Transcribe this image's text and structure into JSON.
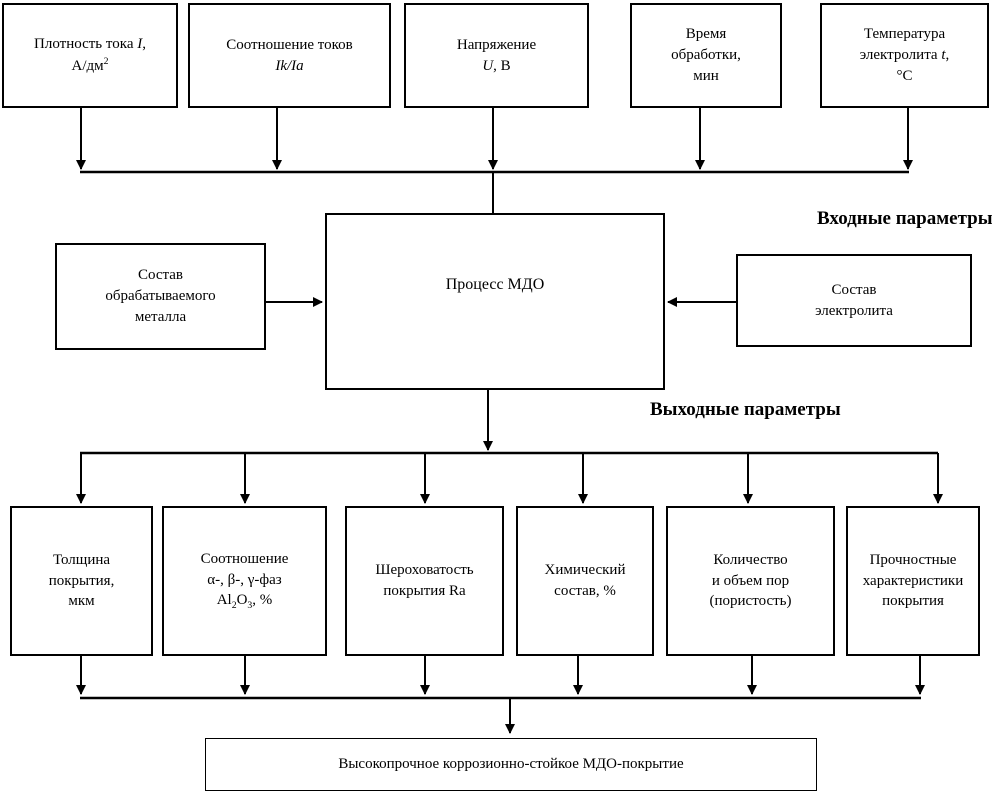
{
  "colors": {
    "background": "#ffffff",
    "line": "#000000",
    "text": "#000000"
  },
  "section_labels": {
    "input": "Входные параметры",
    "output": "Выходные параметры"
  },
  "top_boxes": [
    {
      "name": "current-density",
      "lines": [
        [
          {
            "t": "Плотность тока "
          },
          {
            "t": "I",
            "s": "i"
          },
          {
            "t": ","
          }
        ],
        [
          {
            "t": "А/дм"
          },
          {
            "t": "2",
            "s": "sup"
          }
        ]
      ]
    },
    {
      "name": "current-ratio",
      "lines": [
        [
          {
            "t": "Соотношение токов"
          }
        ],
        [
          {
            "t": "Ik/Ia",
            "s": "i"
          }
        ]
      ]
    },
    {
      "name": "voltage",
      "lines": [
        [
          {
            "t": "Напряжение"
          }
        ],
        [
          {
            "t": "U",
            "s": "i"
          },
          {
            "t": ", В"
          }
        ]
      ]
    },
    {
      "name": "processing-time",
      "lines": [
        [
          {
            "t": "Время"
          }
        ],
        [
          {
            "t": "обработки,"
          }
        ],
        [
          {
            "t": "мин"
          }
        ]
      ]
    },
    {
      "name": "electrolyte-temperature",
      "lines": [
        [
          {
            "t": "Температура"
          }
        ],
        [
          {
            "t": "электролита "
          },
          {
            "t": "t",
            "s": "i"
          },
          {
            "t": ","
          }
        ],
        [
          {
            "t": "°С"
          }
        ]
      ]
    }
  ],
  "middle_boxes": {
    "metal": {
      "name": "metal-composition",
      "lines": [
        [
          {
            "t": "Состав"
          }
        ],
        [
          {
            "t": "обрабатываемого"
          }
        ],
        [
          {
            "t": "металла"
          }
        ]
      ]
    },
    "process": {
      "name": "mdo-process",
      "lines": [
        [
          {
            "t": "Процесс МДО"
          }
        ]
      ]
    },
    "electrolyte": {
      "name": "electrolyte-composition",
      "lines": [
        [
          {
            "t": "Состав"
          }
        ],
        [
          {
            "t": "электролита"
          }
        ]
      ]
    }
  },
  "output_boxes": [
    {
      "name": "coating-thickness",
      "lines": [
        [
          {
            "t": "Толщина"
          }
        ],
        [
          {
            "t": "покрытия,"
          }
        ],
        [
          {
            "t": "мкм"
          }
        ]
      ]
    },
    {
      "name": "phase-ratio",
      "lines": [
        [
          {
            "t": "Соотношение"
          }
        ],
        [
          {
            "t": "α-, β-, γ-фаз"
          }
        ],
        [
          {
            "t": "Al"
          },
          {
            "t": "2",
            "s": "sub"
          },
          {
            "t": "O"
          },
          {
            "t": "3",
            "s": "sub"
          },
          {
            "t": ", %"
          }
        ]
      ]
    },
    {
      "name": "coating-roughness",
      "lines": [
        [
          {
            "t": "Шероховатость"
          }
        ],
        [
          {
            "t": "покрытия Ra"
          }
        ]
      ]
    },
    {
      "name": "chemical-composition",
      "lines": [
        [
          {
            "t": "Химический"
          }
        ],
        [
          {
            "t": "состав, %"
          }
        ]
      ]
    },
    {
      "name": "porosity",
      "lines": [
        [
          {
            "t": "Количество"
          }
        ],
        [
          {
            "t": "и объем пор"
          }
        ],
        [
          {
            "t": "(пористость)"
          }
        ]
      ]
    },
    {
      "name": "strength-characteristics",
      "lines": [
        [
          {
            "t": "Прочностные"
          }
        ],
        [
          {
            "t": "характеристики"
          }
        ],
        [
          {
            "t": "покрытия"
          }
        ]
      ]
    }
  ],
  "final_box": {
    "name": "mdo-coating-result",
    "lines": [
      [
        {
          "t": "Высокопрочное коррозионно-стойкое МДО-покрытие"
        }
      ]
    ]
  }
}
